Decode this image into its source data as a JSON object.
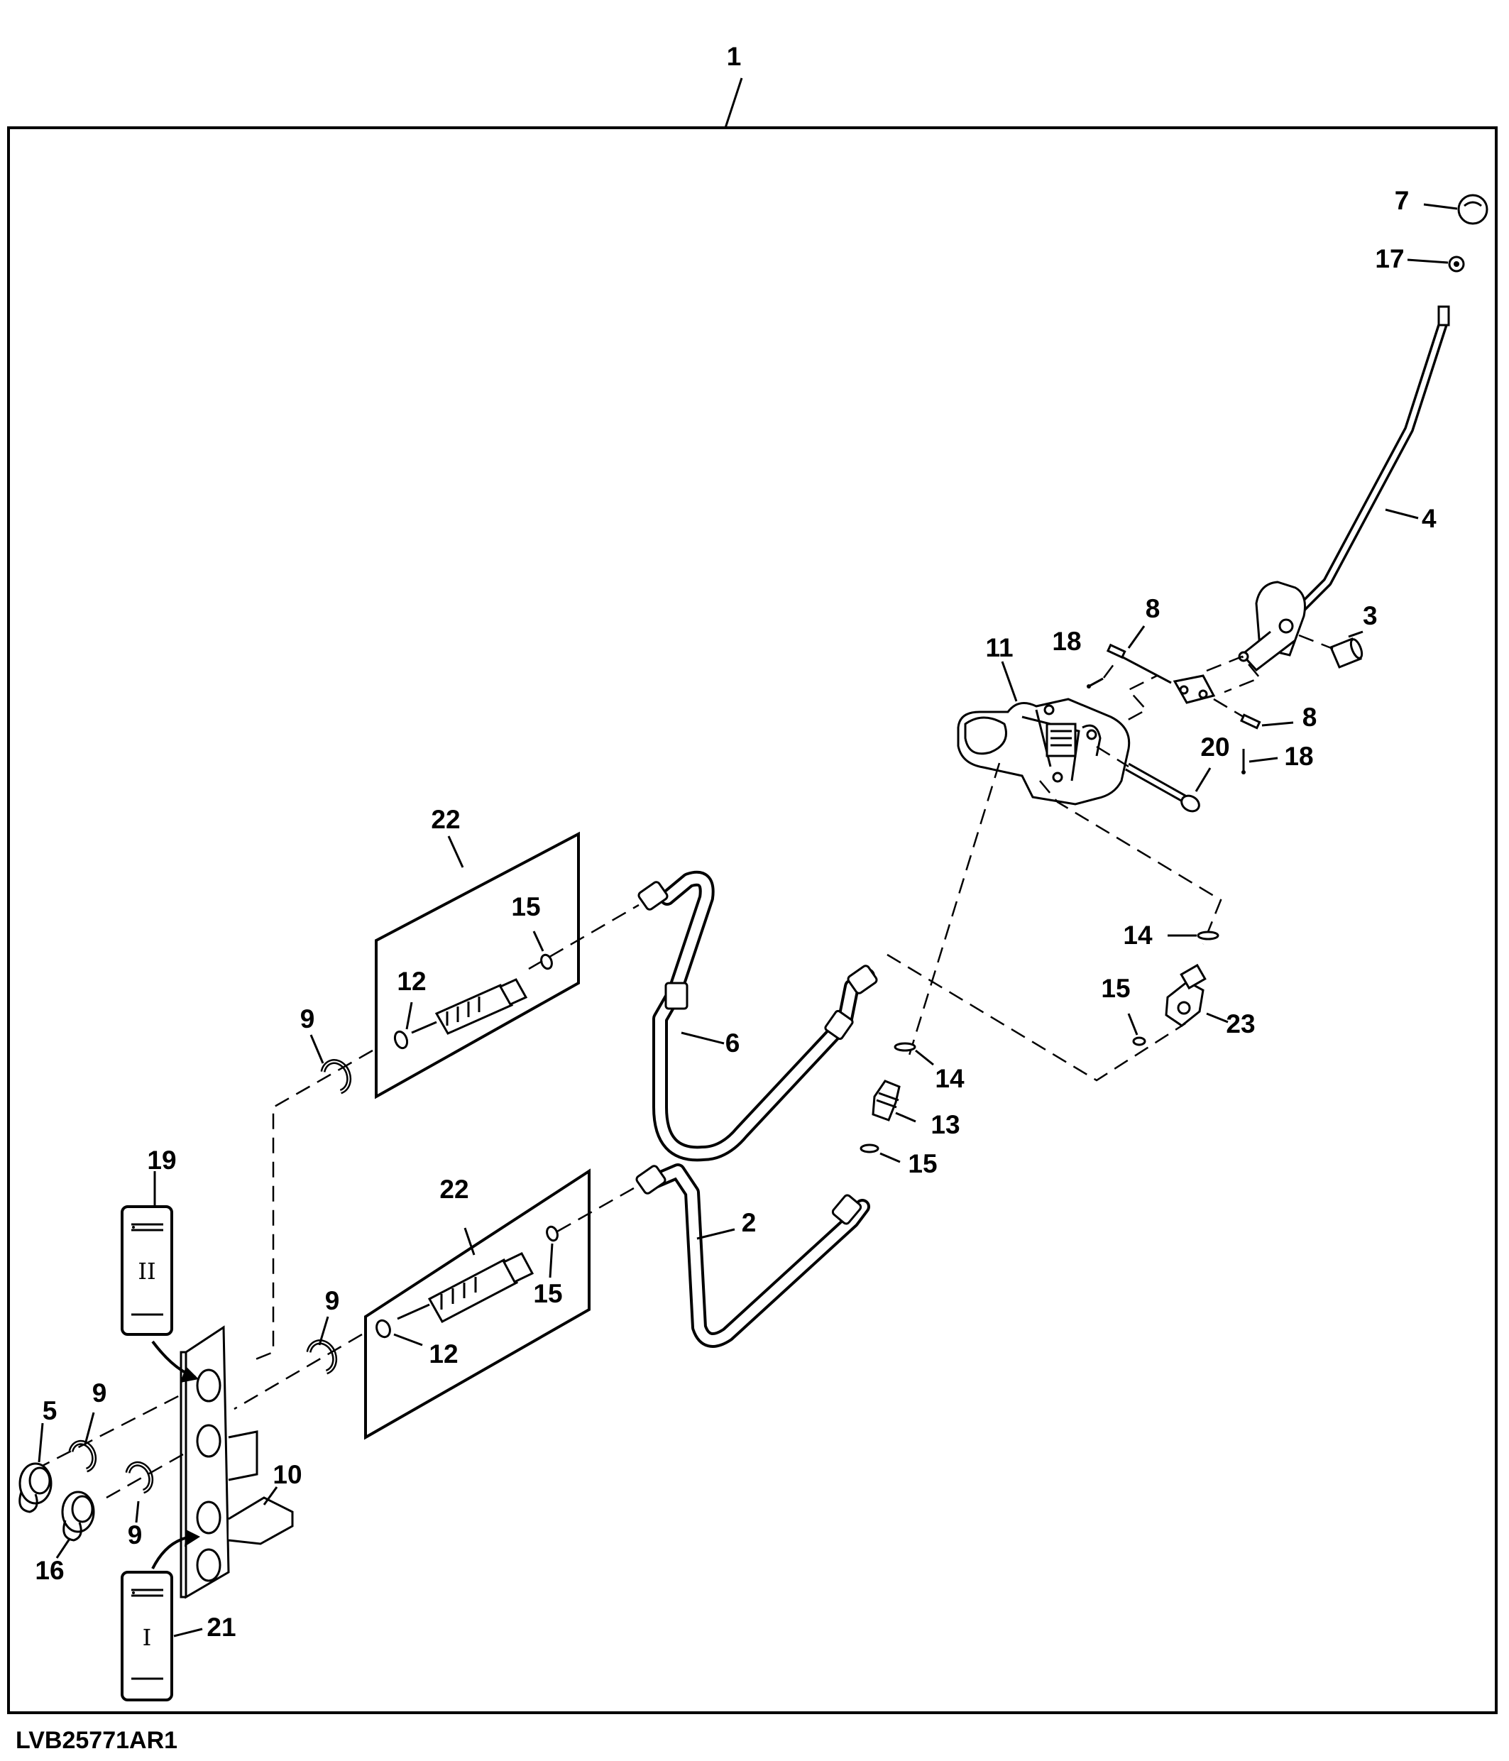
{
  "callouts": {
    "c1": "1",
    "c2": "2",
    "c3": "3",
    "c4": "4",
    "c5": "5",
    "c6": "6",
    "c7": "7",
    "c8a": "8",
    "c8b": "8",
    "c9a": "9",
    "c9b": "9",
    "c9c": "9",
    "c9d": "9",
    "c10": "10",
    "c11": "11",
    "c12a": "12",
    "c12b": "12",
    "c13": "13",
    "c14a": "14",
    "c14b": "14",
    "c15a": "15",
    "c15b": "15",
    "c15c": "15",
    "c15d": "15",
    "c16": "16",
    "c17": "17",
    "c18a": "18",
    "c18b": "18",
    "c19": "19",
    "c20": "20",
    "c21": "21",
    "c22a": "22",
    "c22b": "22",
    "c23": "23"
  },
  "decals": {
    "upper": "II",
    "lower": "I"
  },
  "figure_code": "LVB25771AR1"
}
